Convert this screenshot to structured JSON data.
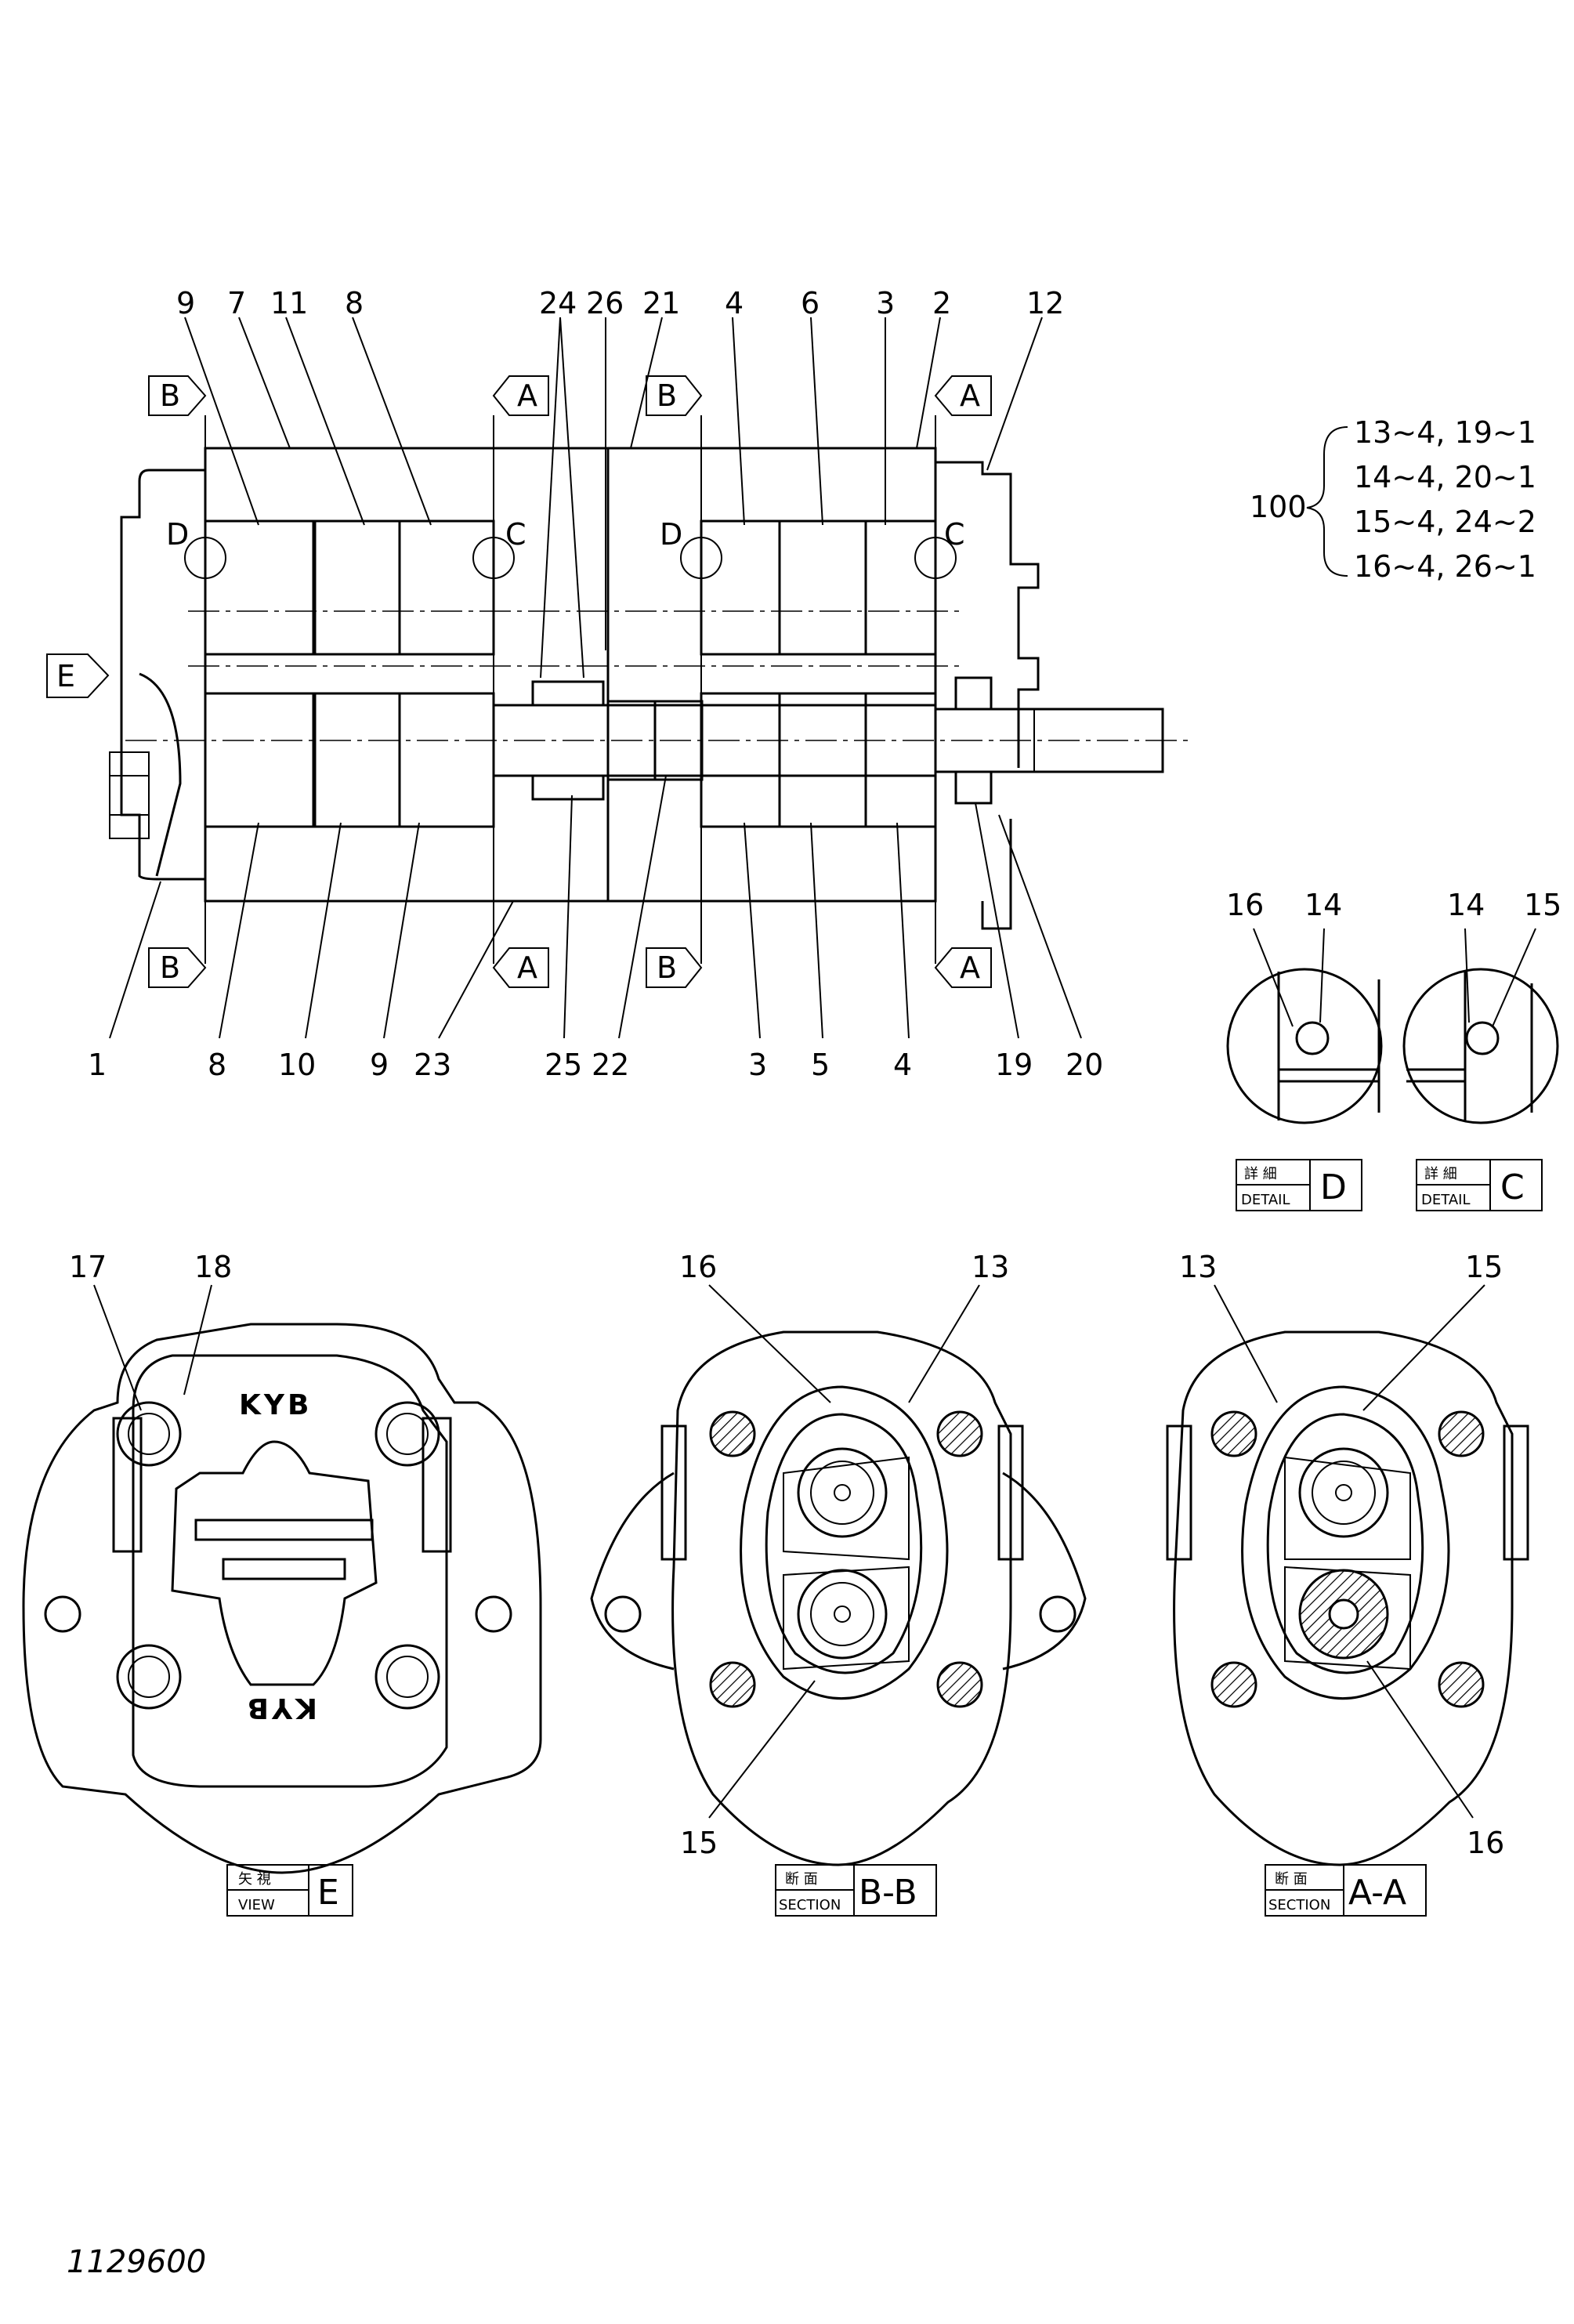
{
  "document": {
    "drawing_number": "1129600"
  },
  "callouts_top": [
    "9",
    "7",
    "11",
    "8",
    "24",
    "26",
    "21",
    "4",
    "6",
    "3",
    "2",
    "12"
  ],
  "callouts_bottom": [
    "1",
    "8",
    "10",
    "9",
    "23",
    "25",
    "22",
    "3",
    "5",
    "4",
    "19",
    "20"
  ],
  "section_markers": {
    "b": "B",
    "a": "A",
    "d": "D",
    "c": "C",
    "e": "E"
  },
  "kit": {
    "number": "100",
    "lines": [
      "13~4, 19~1",
      "14~4, 20~1",
      "15~4, 24~2",
      "16~4, 26~1"
    ]
  },
  "detail_d": {
    "callouts": [
      "16",
      "14"
    ],
    "kanji": "詳 細",
    "caption": "DETAIL",
    "letter": "D"
  },
  "detail_c": {
    "callouts": [
      "14",
      "15"
    ],
    "kanji": "詳 細",
    "caption": "DETAIL",
    "letter": "C"
  },
  "view_e": {
    "callouts": [
      "17",
      "18"
    ],
    "kanji": "矢 視",
    "caption": "VIEW",
    "letter": "E",
    "logo": "KYB"
  },
  "section_bb": {
    "callouts": [
      "16",
      "13",
      "15"
    ],
    "kanji": "断 面",
    "caption": "SECTION",
    "letter": "B-B"
  },
  "section_aa": {
    "callouts": [
      "13",
      "15",
      "16"
    ],
    "kanji": "断 面",
    "caption": "SECTION",
    "letter": "A-A"
  }
}
